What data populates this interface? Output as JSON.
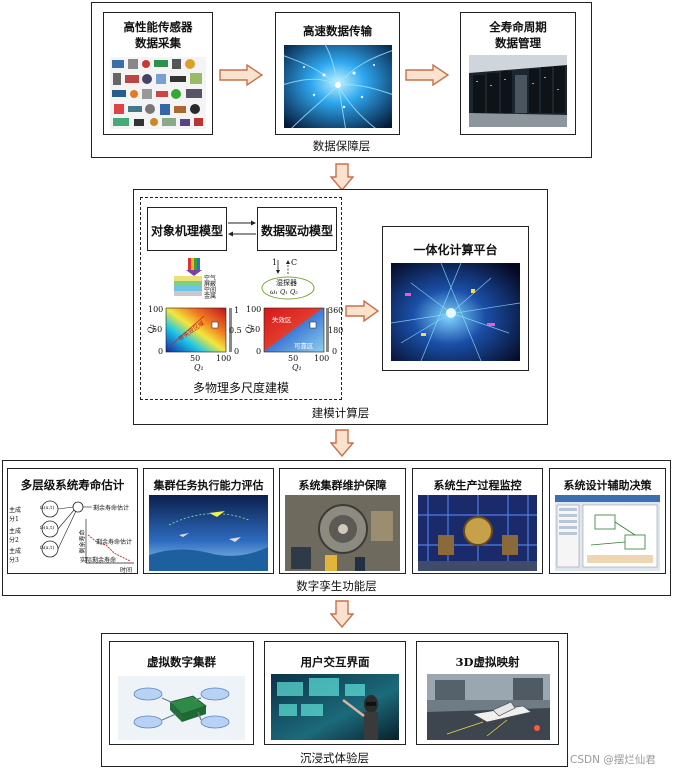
{
  "data_layer": {
    "label": "数据保障层",
    "cards": [
      {
        "title_lines": [
          "高性能传感器",
          "数据采集"
        ]
      },
      {
        "title_lines": [
          "高速数据传输"
        ]
      },
      {
        "title_lines": [
          "全寿命周期",
          "数据管理"
        ]
      }
    ]
  },
  "modeling_layer": {
    "label": "建模计算层",
    "object_model": "对象机理模型",
    "data_model": "数据驱动模型",
    "multi_physics_label": "多物理多尺度建模",
    "platform": "一体化计算平台",
    "chart1": {
      "stack_labels": [
        "空气",
        "屏蔽",
        "空间",
        "金属"
      ],
      "y_axis": "Q₁",
      "x_axis": "Q₁",
      "y_ticks": [
        "100",
        "50",
        "0"
      ],
      "x_ticks": [
        "50",
        "100"
      ],
      "right_ticks": [
        "1",
        "0.5",
        "0"
      ],
      "inner_label": "非失效区域"
    },
    "chart2": {
      "detector": "湿探器",
      "detector_vars": "ω₁ Q₁ Q₂",
      "y_axis": "Q₁",
      "x_axis": "Q₁",
      "y_ticks": [
        "100",
        "50",
        "0"
      ],
      "x_ticks": [
        "50",
        "100"
      ],
      "right_ticks": [
        "360",
        "180",
        "0"
      ],
      "inner_top": "失效区",
      "inner_bottom": "可靠区",
      "arrow_labels": [
        "1",
        "C"
      ]
    }
  },
  "function_layer": {
    "label": "数字孪生功能层",
    "cards": [
      {
        "title": "多层级系统寿命估计"
      },
      {
        "title": "集群任务执行能力评估"
      },
      {
        "title": "系统集群维护保障"
      },
      {
        "title": "系统生产过程监控"
      },
      {
        "title": "系统设计辅助决策"
      }
    ],
    "life_diagram": {
      "subsystems": [
        "主成分1",
        "主成分2",
        "主成分3"
      ],
      "nodes": [
        "f₁(x,t)",
        "f₂(x,t)",
        "f₃(x,t)"
      ],
      "est1": "剩余寿命估计",
      "est2": "剩余寿命估计",
      "actual": "实际剩余寿命",
      "y_axis": "剩余寿命",
      "x_axis": "时间"
    }
  },
  "immersive_layer": {
    "label": "沉浸式体验层",
    "cards": [
      {
        "title": "虚拟数字集群"
      },
      {
        "title": "用户交互界面"
      },
      {
        "title": "3D虚拟映射"
      }
    ]
  },
  "watermark": "CSDN @摆烂仙君",
  "colors": {
    "arrow_fill": "#fbe2cf",
    "arrow_stroke": "#c8704a"
  }
}
